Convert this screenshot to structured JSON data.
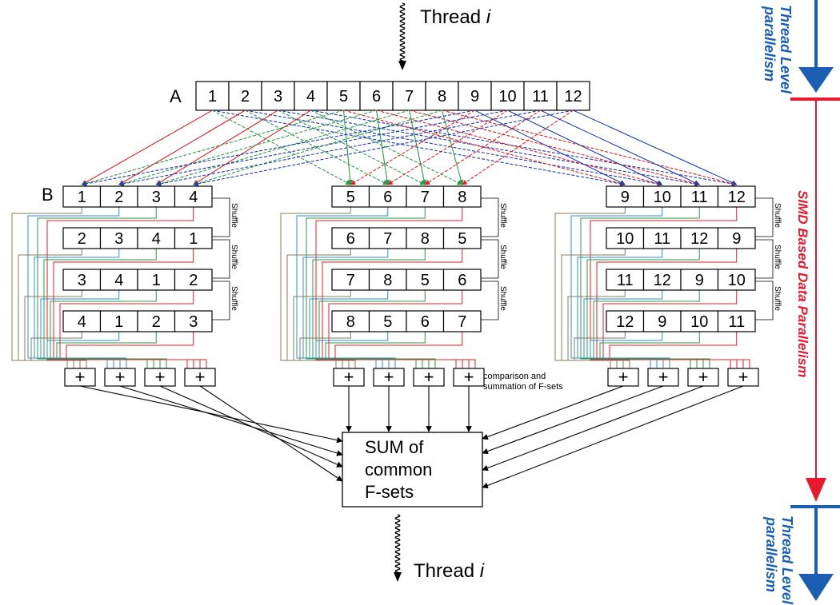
{
  "thread_top": {
    "label": "Thread ",
    "var": "i"
  },
  "thread_bottom": {
    "label": "Thread ",
    "var": "i"
  },
  "array_a": {
    "label": "A",
    "cells": [
      "1",
      "2",
      "3",
      "4",
      "5",
      "6",
      "7",
      "8",
      "9",
      "10",
      "11",
      "12"
    ]
  },
  "array_b_label": "B",
  "groups": [
    {
      "rows": [
        [
          "1",
          "2",
          "3",
          "4"
        ],
        [
          "2",
          "3",
          "4",
          "1"
        ],
        [
          "3",
          "4",
          "1",
          "2"
        ],
        [
          "4",
          "1",
          "2",
          "3"
        ]
      ]
    },
    {
      "rows": [
        [
          "5",
          "6",
          "7",
          "8"
        ],
        [
          "6",
          "7",
          "8",
          "5"
        ],
        [
          "7",
          "8",
          "5",
          "6"
        ],
        [
          "8",
          "5",
          "6",
          "7"
        ]
      ]
    },
    {
      "rows": [
        [
          "9",
          "10",
          "11",
          "12"
        ],
        [
          "10",
          "11",
          "12",
          "9"
        ],
        [
          "11",
          "12",
          "9",
          "10"
        ],
        [
          "12",
          "9",
          "10",
          "11"
        ]
      ]
    }
  ],
  "shuffle_label": "Shuffle",
  "plus_symbol": "+",
  "comparison_note": [
    "comparison and",
    "summation of F-sets"
  ],
  "sum_box": [
    "SUM of",
    "common",
    "F-sets"
  ],
  "sidebar": {
    "top": [
      "Thread Level",
      "parallelism"
    ],
    "middle": "SIMD Based Data Parallelism",
    "bottom": [
      "Thread Level",
      "parallelism"
    ]
  },
  "colors": {
    "red": "#e41e26",
    "green": "#2e9a48",
    "blue": "#1f3fa8",
    "cyan": "#2a8fd0",
    "tan": "#8a7a5a",
    "sidebar_blue": "#1a5fb4",
    "sidebar_red": "#e8192c"
  }
}
